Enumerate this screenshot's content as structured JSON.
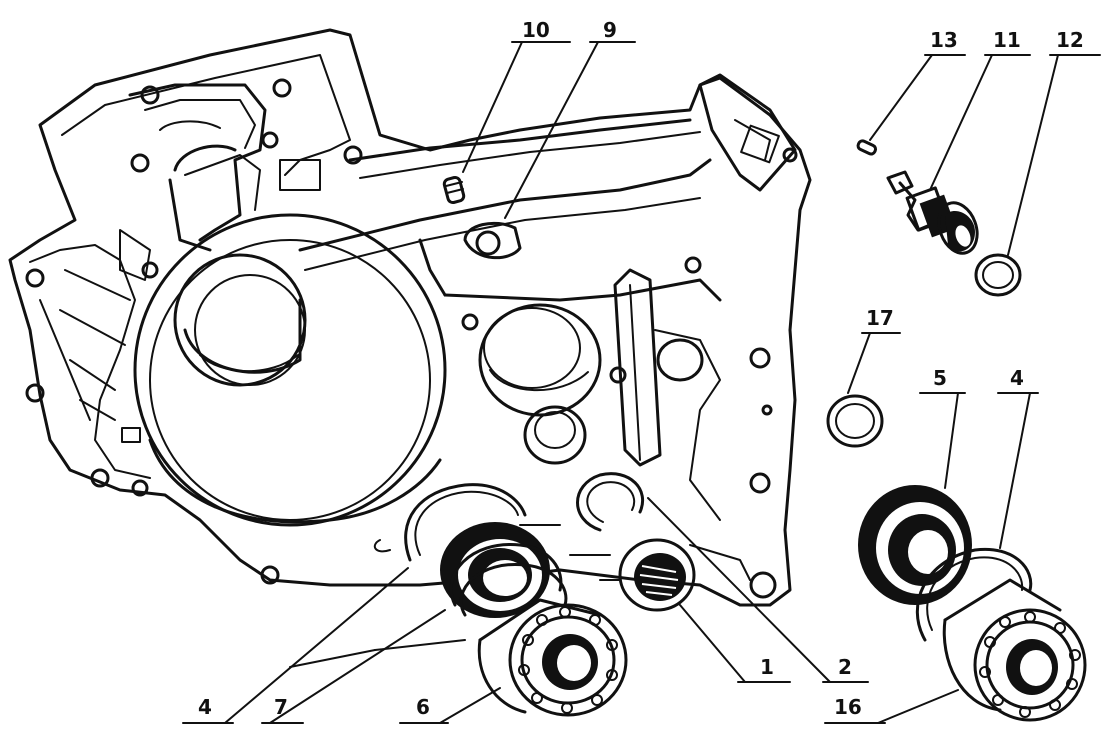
{
  "callouts": [
    {
      "id": "c10",
      "text": "10"
    },
    {
      "id": "c9",
      "text": "9"
    },
    {
      "id": "c13",
      "text": "13"
    },
    {
      "id": "c11",
      "text": "11"
    },
    {
      "id": "c12",
      "text": "12"
    },
    {
      "id": "c17",
      "text": "17"
    },
    {
      "id": "c5",
      "text": "5"
    },
    {
      "id": "c4r",
      "text": "4"
    },
    {
      "id": "c4l",
      "text": "4"
    },
    {
      "id": "c7",
      "text": "7"
    },
    {
      "id": "c6",
      "text": "6"
    },
    {
      "id": "c1",
      "text": "1"
    },
    {
      "id": "c2",
      "text": "2"
    },
    {
      "id": "c16",
      "text": "16"
    }
  ]
}
